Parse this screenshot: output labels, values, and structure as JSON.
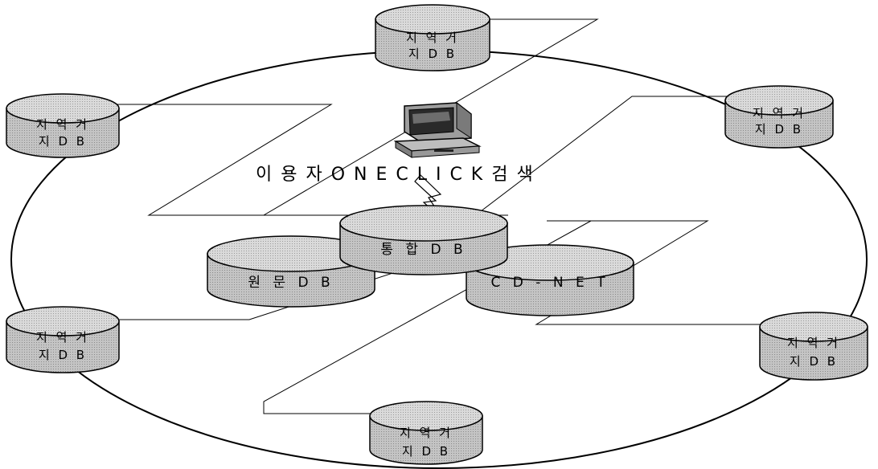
{
  "user": {
    "caption": "이 용 자   O N E  C L I C K 검 색",
    "icon": "desktop-computer-icon"
  },
  "center_db": {
    "label": "통 합 D B"
  },
  "fulltext_db": {
    "label": "원 문 D B"
  },
  "cdnet": {
    "label": "C D - N E T"
  },
  "regional_nodes": [
    {
      "line1": "지 역 거",
      "line2": "지 D B"
    },
    {
      "line1": "지 역 거",
      "line2": "지 D B"
    },
    {
      "line1": "지 역 거",
      "line2": "지 D B"
    },
    {
      "line1": "지 역 거",
      "line2": "지 D B"
    },
    {
      "line1": "지 역 거",
      "line2": "지 D B"
    },
    {
      "line1": "지 역 거",
      "line2": "지 D B"
    }
  ],
  "colors": {
    "cylinder_fill": "#bcbcbc",
    "cylinder_top": "#d2d2d2",
    "line": "#000000"
  }
}
